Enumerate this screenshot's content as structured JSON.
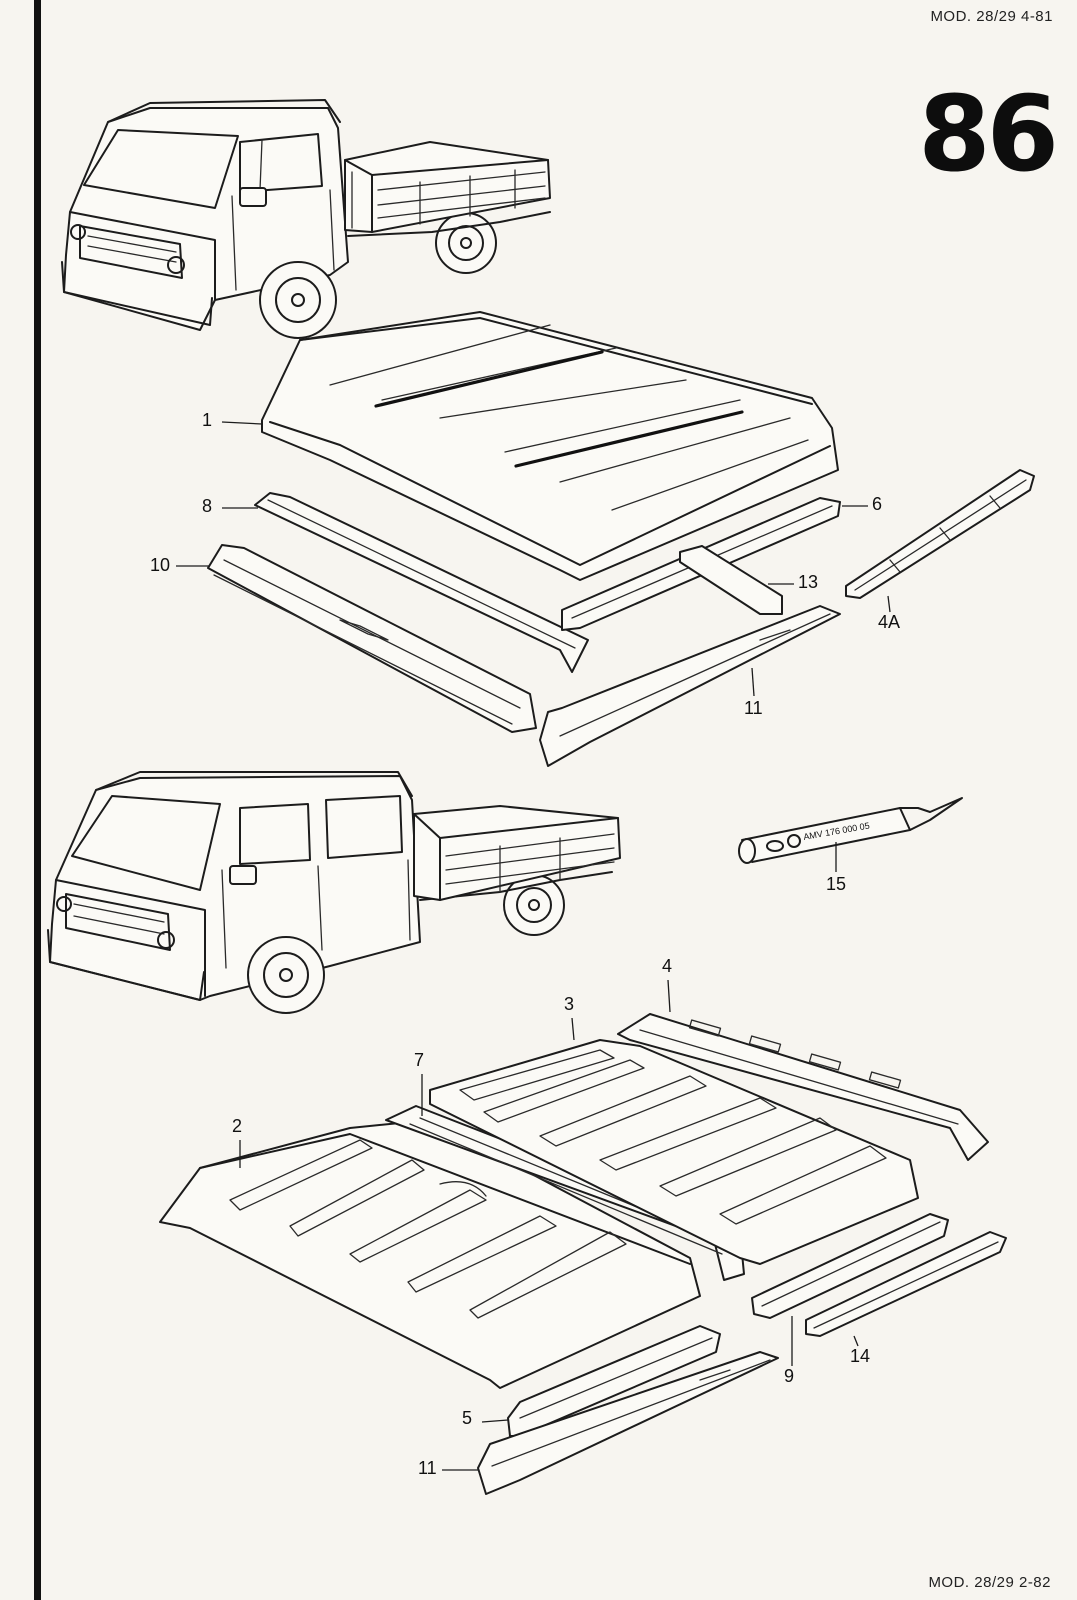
{
  "header": {
    "top_right": "MOD. 28/29 4-81",
    "bottom_right": "MOD. 28/29 2-82",
    "page_number": "86"
  },
  "callouts": {
    "c1": "1",
    "c8": "8",
    "c6": "6",
    "c10": "10",
    "c13": "13",
    "c4a": "4A",
    "c11_top": "11",
    "c15": "15",
    "c4": "4",
    "c3": "3",
    "c7": "7",
    "c2": "2",
    "c9": "9",
    "c14": "14",
    "c5": "5",
    "c11_bottom": "11"
  },
  "sealant_tube": {
    "label": "AMV 176 000 05"
  },
  "illustrations": {
    "truck_single_cab": "single-cab-pickup-icon",
    "truck_double_cab": "double-cab-pickup-icon",
    "sealant": "sealant-tube-icon"
  }
}
